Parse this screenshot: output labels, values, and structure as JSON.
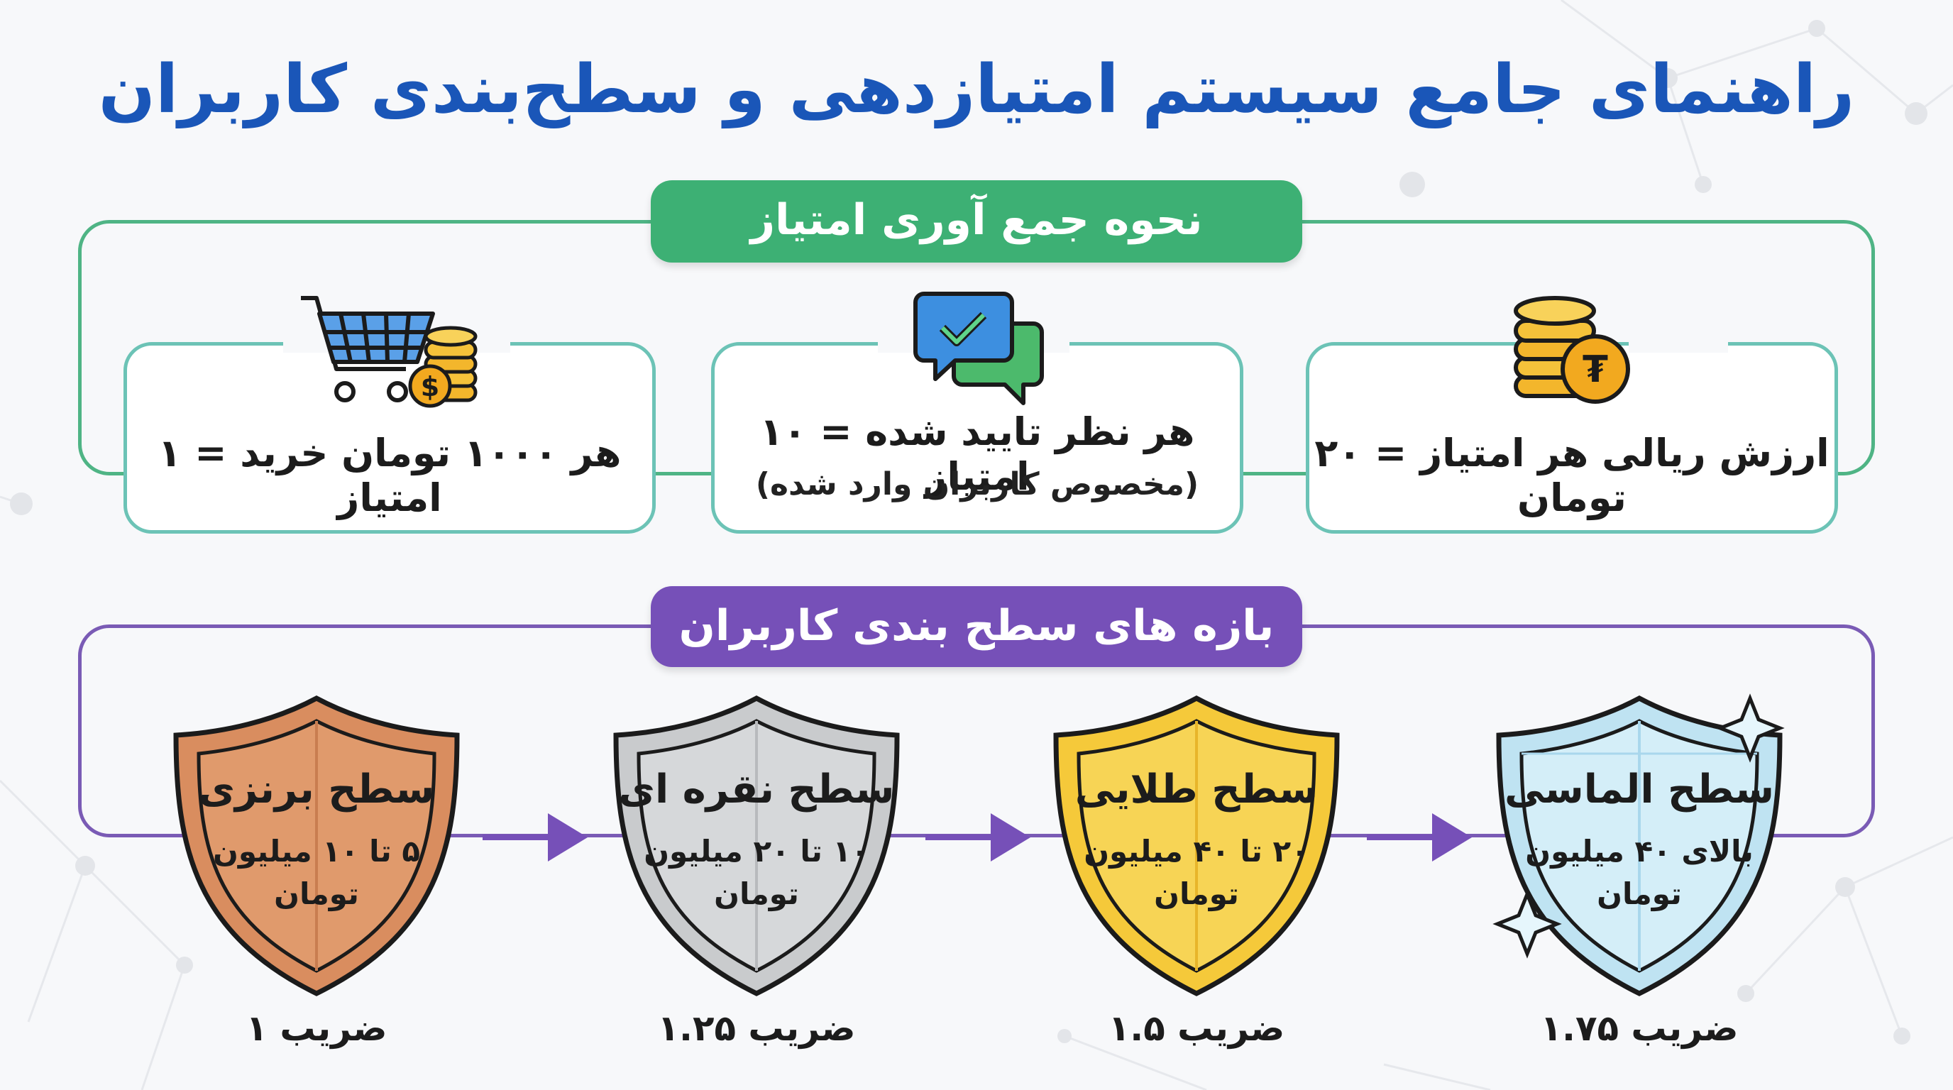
{
  "title": "راهنمای جامع سیستم امتیازدهی و سطح‌بندی کاربران",
  "collect_section": {
    "heading": "نحوه جمع آوری امتیاز",
    "cards": [
      {
        "text": "ارزش ریالی هر امتیاز = ۲۰ تومان",
        "icon": "coins-toman-icon"
      },
      {
        "text": "هر نظر تایید شده = ۱۰ امتیاز",
        "sub": "(مخصوص کاربران وارد شده)",
        "icon": "chat-check-icon"
      },
      {
        "text": "هر ۱۰۰۰ تومان خرید = ۱ امتیاز",
        "icon": "cart-coins-icon"
      }
    ]
  },
  "levels_section": {
    "heading": "بازه های سطح بندی کاربران",
    "levels": [
      {
        "name": "سطح الماسی",
        "range": "بالای ۴۰ میلیون تومان",
        "multiplier": "ضریب ۱.۷۵",
        "color": "#bfe3f2",
        "icon": "diamond-shield-icon"
      },
      {
        "name": "سطح طلایی",
        "range": "۲۰ تا ۴۰ میلیون تومان",
        "multiplier": "ضریب ۱.۵",
        "color": "#f5c93a",
        "icon": "gold-shield-icon"
      },
      {
        "name": "سطح نقره ای",
        "range": "۱۰ تا ۲۰ میلیون تومان",
        "multiplier": "ضریب ۱.۲۵",
        "color": "#c9cbcd",
        "icon": "silver-shield-icon"
      },
      {
        "name": "سطح برنزی",
        "range": "۵ تا ۱۰ میلیون تومان",
        "multiplier": "ضریب ۱",
        "color": "#d98d5f",
        "icon": "bronze-shield-icon"
      }
    ]
  },
  "colors": {
    "title": "#1a56b8",
    "green": "#3db074",
    "purple": "#7650b8",
    "card_border": "#6cc3b6"
  }
}
